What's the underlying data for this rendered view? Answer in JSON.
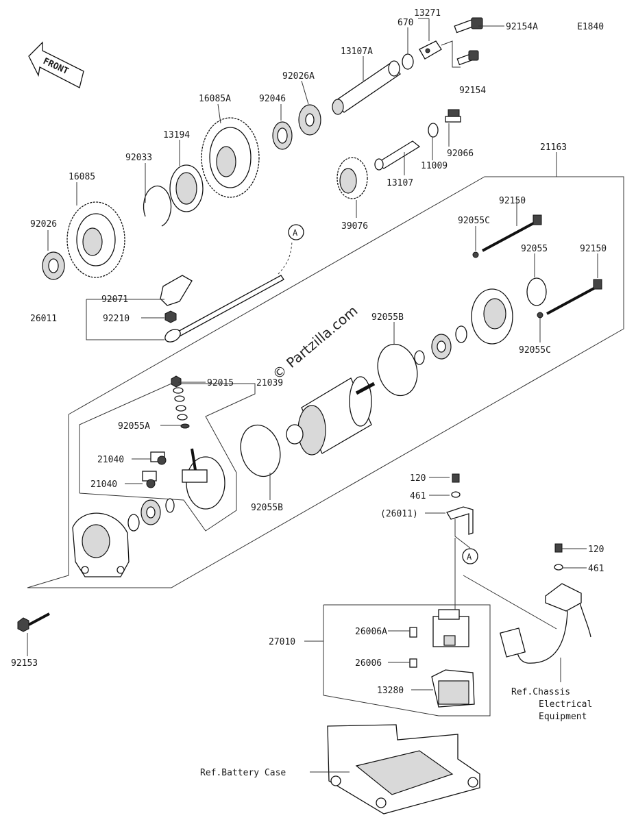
{
  "diagram_code": "E1840",
  "front_label": "FRONT",
  "watermark": "© Partzilla.com",
  "callout_a": "A",
  "labels": {
    "p13271": "13271",
    "p670": "670",
    "p92154A": "92154A",
    "p13107A": "13107A",
    "p92154": "92154",
    "p92026A": "92026A",
    "p16085A": "16085A",
    "p92046": "92046",
    "p13194": "13194",
    "p92033": "92033",
    "p16085": "16085",
    "p92026": "92026",
    "p21163": "21163",
    "p92066": "92066",
    "p11009": "11009",
    "p13107": "13107",
    "p39076": "39076",
    "p92150_a": "92150",
    "p92055C_a": "92055C",
    "p92055": "92055",
    "p92150_b": "92150",
    "p92055C_b": "92055C",
    "p92055B_a": "92055B",
    "p92071": "92071",
    "p26011": "26011",
    "p92210": "92210",
    "p92015": "92015",
    "p21039": "21039",
    "p92055A": "92055A",
    "p21040_a": "21040",
    "p21040_b": "21040",
    "p92055B_b": "92055B",
    "p120_a": "120",
    "p461_a": "461",
    "p26011_ref": "(26011)",
    "p120_b": "120",
    "p461_b": "461",
    "p92153": "92153",
    "p27010": "27010",
    "p26006A": "26006A",
    "p26006": "26006",
    "p13280": "13280",
    "ref_chassis_1": "Ref.Chassis",
    "ref_chassis_2": "Electrical",
    "ref_chassis_3": "Equipment",
    "ref_battery": "Ref.Battery Case"
  }
}
